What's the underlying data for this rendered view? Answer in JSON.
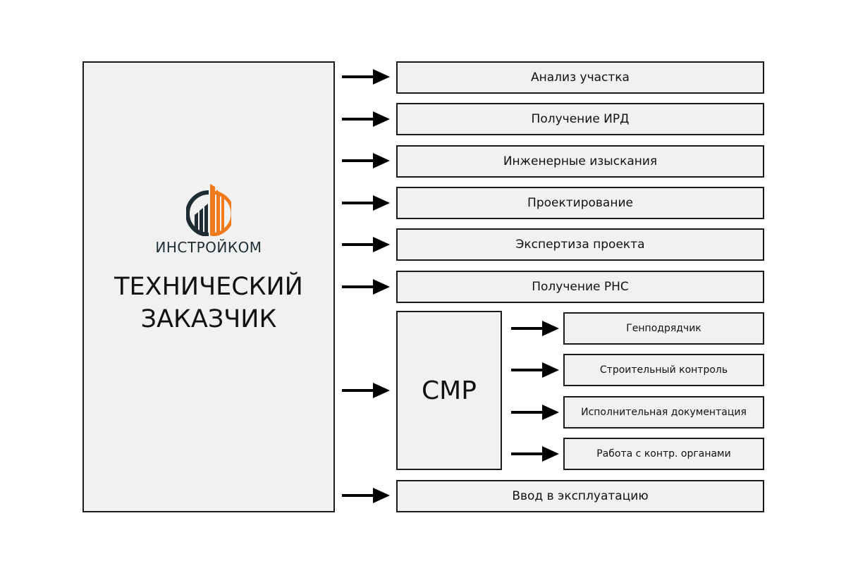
{
  "main": {
    "logo": {
      "icon": "building-circle-logo-icon",
      "text": "ИНСТРОЙКОМ",
      "colors": {
        "dark": "#1e2d33",
        "accent": "#f07a1a"
      }
    },
    "title_line1": "ТЕХНИЧЕСКИЙ",
    "title_line2": "ЗАКАЗЧИК"
  },
  "steps": [
    {
      "label": "Анализ участка"
    },
    {
      "label": "Получение ИРД"
    },
    {
      "label": "Инженерные изыскания"
    },
    {
      "label": "Проектирование"
    },
    {
      "label": "Экспертиза проекта"
    },
    {
      "label": "Получение РНС"
    },
    {
      "label": "Ввод в эксплуатацию"
    }
  ],
  "smr": {
    "label": "СМР",
    "substeps": [
      {
        "label": "Генподрядчик"
      },
      {
        "label": "Строительный контроль"
      },
      {
        "label": "Исполнительная документация"
      },
      {
        "label": "Работа с контр. органами"
      }
    ]
  },
  "colors": {
    "box_fill": "#f1f1f1",
    "border": "#1a1a1a",
    "arrow": "#000000"
  }
}
